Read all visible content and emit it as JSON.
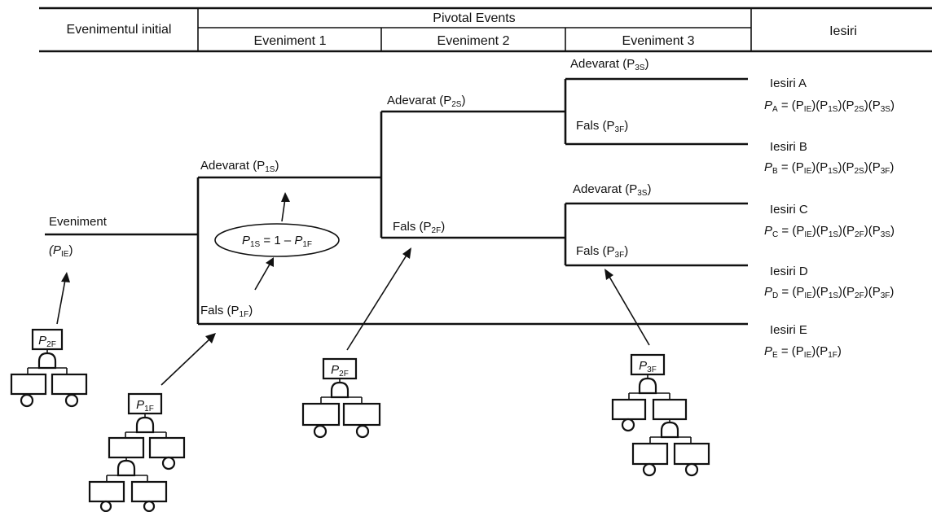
{
  "header": {
    "initial_event": "Evenimentul initial",
    "pivotal_events": "Pivotal Events",
    "event1": "Eveniment 1",
    "event2": "Eveniment 2",
    "event3": "Eveniment 3",
    "outcomes": "Iesiri"
  },
  "tree": {
    "initiating_label": "Eveniment",
    "initiating_prob": "(P",
    "initiating_prob_sub": "IE",
    "true_label": "Adevarat (P",
    "false_label": "Fals (P",
    "close": ")",
    "b1_true_sub": "1S",
    "b1_false_sub": "1F",
    "b2_true_sub": "2S",
    "b2_false_sub": "2F",
    "b3_true_sub": "3S",
    "b3_false_sub": "3F",
    "relation": {
      "left": "P",
      "left_sub": "1S",
      "mid": " = 1 – ",
      "right": "P",
      "right_sub": "1F"
    }
  },
  "outcomes": [
    {
      "name": "Iesiri A",
      "p": "P",
      "p_sub": "A",
      "formula": " = (P",
      "f1": "IE",
      "f2": ")(P",
      "f3": "1S",
      "f4": ")(P",
      "f5": "2S",
      "f6": ")(P",
      "f7": "3S",
      "f8": ")"
    },
    {
      "name": "Iesiri B",
      "p": "P",
      "p_sub": "B",
      "formula": " = (P",
      "f1": "IE",
      "f2": ")(P",
      "f3": "1S",
      "f4": ")(P",
      "f5": "2S",
      "f6": ")(P",
      "f7": "3F",
      "f8": ")"
    },
    {
      "name": "Iesiri C",
      "p": "P",
      "p_sub": "C",
      "formula": " = (P",
      "f1": "IE",
      "f2": ")(P",
      "f3": "1S",
      "f4": ")(P",
      "f5": "2F",
      "f6": ")(P",
      "f7": "3S",
      "f8": ")"
    },
    {
      "name": "Iesiri D",
      "p": "P",
      "p_sub": "D",
      "formula": " = (P",
      "f1": "IE",
      "f2": ")(P",
      "f3": "1S",
      "f4": ")(P",
      "f5": "2F",
      "f6": ")(P",
      "f7": "3F",
      "f8": ")"
    },
    {
      "name": "Iesiri E",
      "p": "P",
      "p_sub": "E",
      "formula": " = (P",
      "f1": "IE",
      "f2": ")(P",
      "f3": "1F",
      "f4": ")",
      "f5": "",
      "f6": "",
      "f7": "",
      "f8": ""
    }
  ],
  "fault_trees": [
    {
      "top": "P",
      "top_sub": "2F"
    },
    {
      "top": "P",
      "top_sub": "1F"
    },
    {
      "top": "P",
      "top_sub": "2F"
    },
    {
      "top": "P",
      "top_sub": "3F"
    }
  ]
}
